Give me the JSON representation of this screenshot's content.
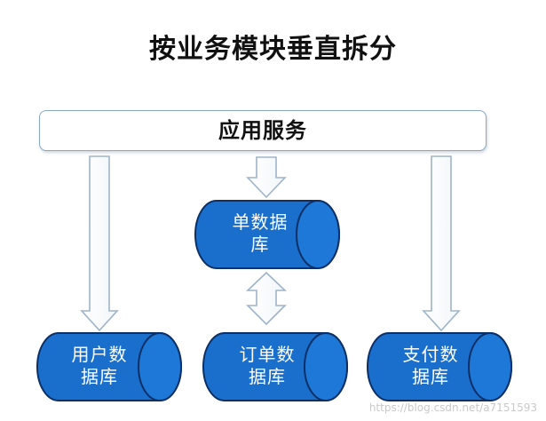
{
  "title": "按业务模块垂直拆分",
  "app_service": {
    "label": "应用服务"
  },
  "databases": {
    "order_single": {
      "line1": "单数据",
      "line2": "库"
    },
    "user": {
      "line1": "用户数",
      "line2": "据库"
    },
    "order": {
      "line1": "订单数",
      "line2": "据库"
    },
    "payment": {
      "line1": "支付数",
      "line2": "据库"
    }
  },
  "colors": {
    "db_fill": "#1a6fcc",
    "db_stroke": "#0c2f66",
    "arrow_stroke": "#9fb4c9",
    "box_border": "#8aa9c8"
  },
  "watermark": "https://blog.csdn.net/a7151593"
}
